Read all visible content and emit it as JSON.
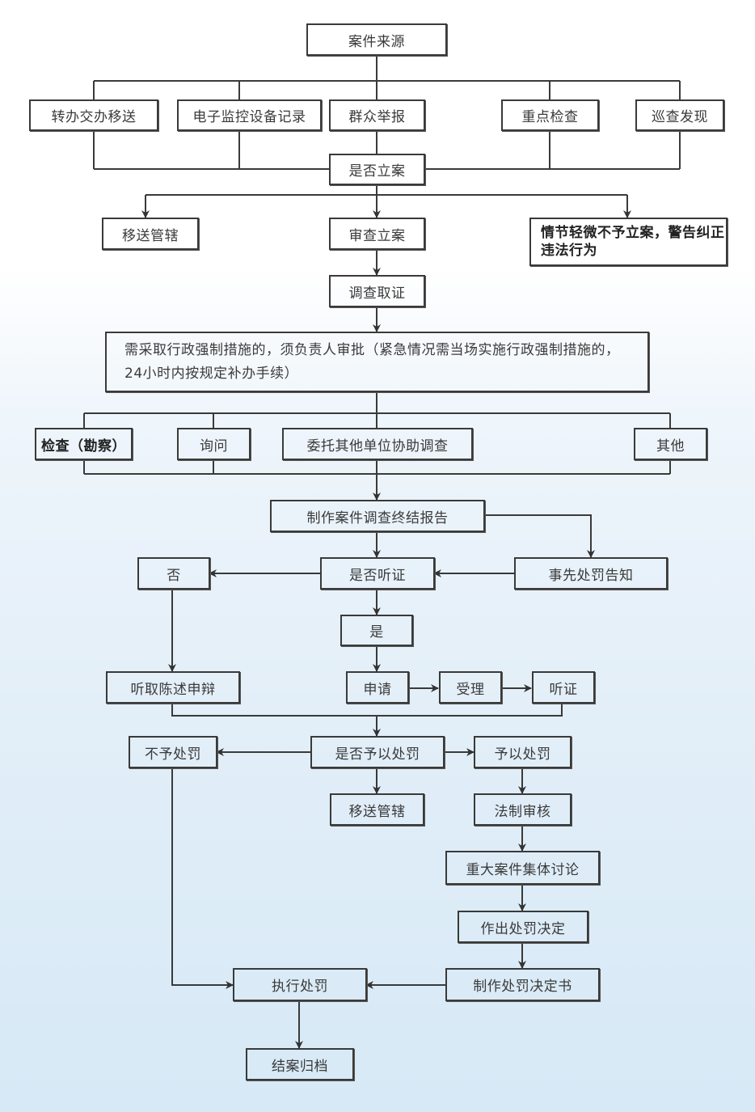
{
  "diagram": {
    "nodes": {
      "source": "案件来源",
      "transfer": "转办交办移送",
      "monitor": "电子监控设备记录",
      "report": "群众举报",
      "key_inspect": "重点检查",
      "patrol": "巡查发现",
      "file_decision": "是否立案",
      "transfer_jurisdiction_1": "移送管辖",
      "review_file": "审查立案",
      "minor_warning": "情节轻微不予立案，警告纠正违法行为",
      "investigate": "调查取证",
      "coercive_measures": "需采取行政强制措施的，须负责人审批（紧急情况需当场实施行政强制措施的，24小时内按规定补办手续）",
      "inspection": "检查（勘察）",
      "inquiry": "询问",
      "entrust": "委托其他单位协助调查",
      "other": "其他",
      "final_report": "制作案件调查终结报告",
      "hearing_decision": "是否听证",
      "prior_notice": "事先处罚告知",
      "no": "否",
      "yes": "是",
      "statement": "听取陈述申辩",
      "apply": "申请",
      "accept": "受理",
      "hearing": "听证",
      "no_penalty": "不予处罚",
      "penalty_decision": "是否予以处罚",
      "give_penalty": "予以处罚",
      "transfer_jurisdiction_2": "移送管辖",
      "legal_review": "法制审核",
      "collective_discussion": "重大案件集体讨论",
      "make_decision": "作出处罚决定",
      "decision_document": "制作处罚决定书",
      "execute": "执行处罚",
      "archive": "结案归档"
    }
  }
}
